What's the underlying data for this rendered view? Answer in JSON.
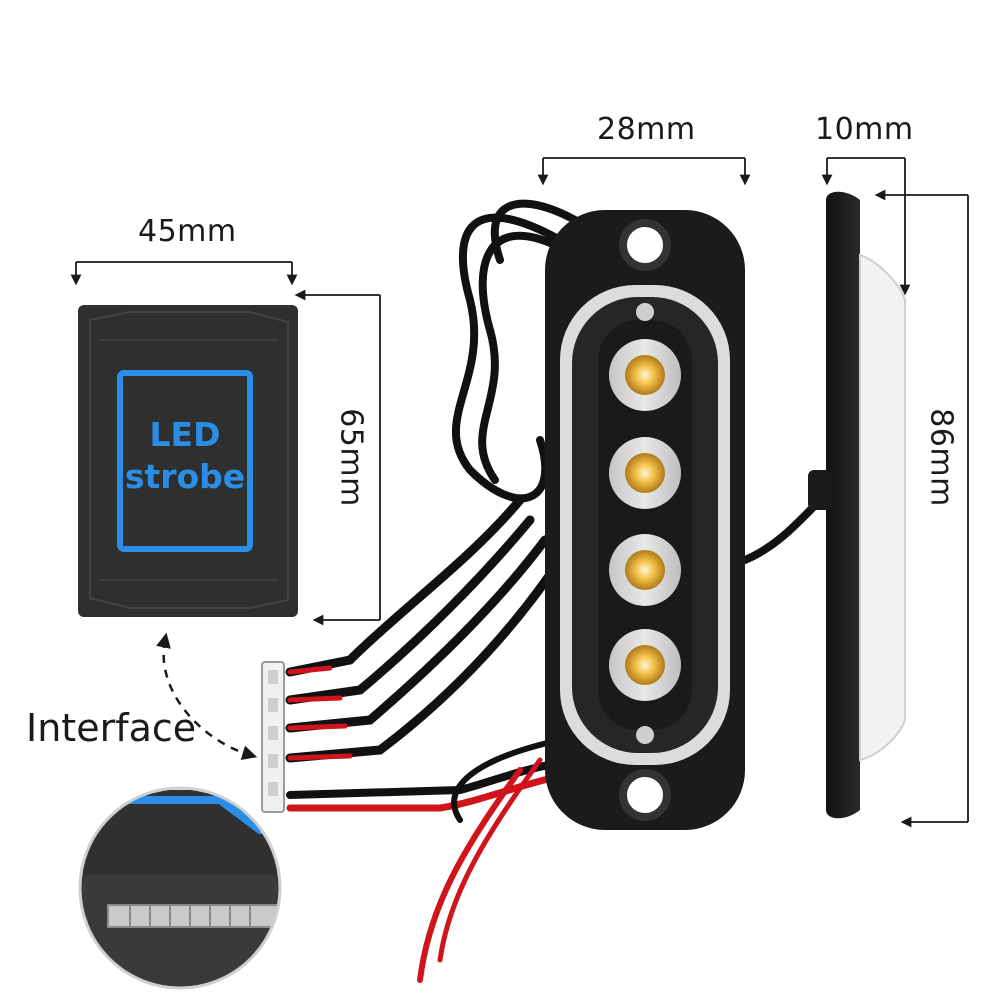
{
  "dimensions": {
    "controller_width": "45mm",
    "controller_height": "65mm",
    "light_width": "28mm",
    "light_depth": "10mm",
    "light_height": "86mm"
  },
  "controller": {
    "line1": "LED",
    "line2": "strobe"
  },
  "interface_label": "Interface",
  "colors": {
    "accent_blue": "#2a8de6",
    "housing_black": "#1b1b1b",
    "wire_red": "#d0141b",
    "led_amber": "#f2c24a"
  }
}
